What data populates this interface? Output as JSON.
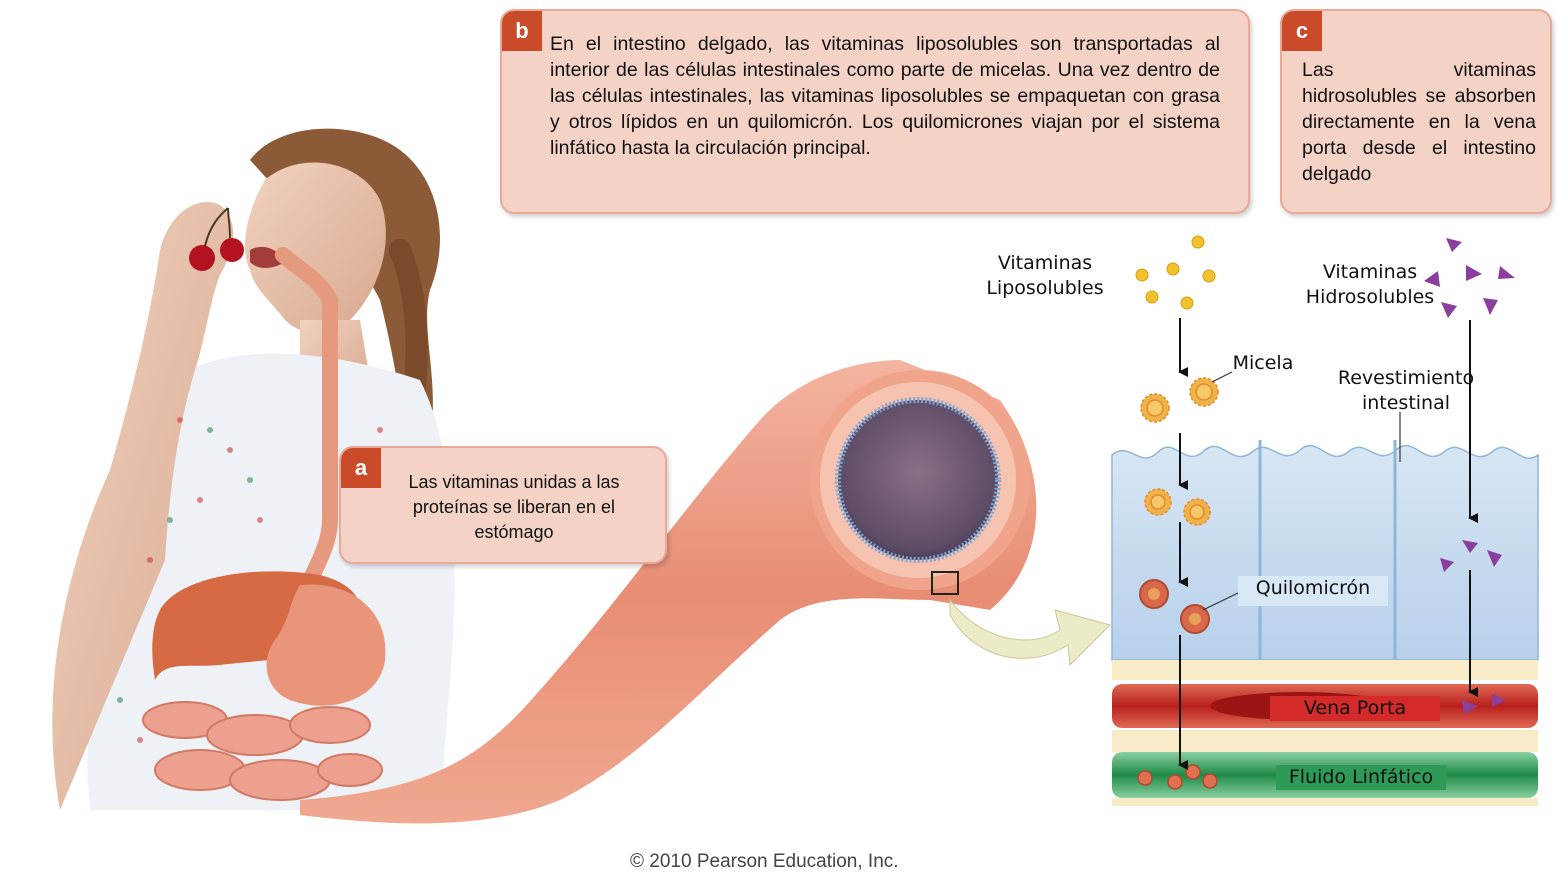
{
  "box_a": {
    "letter": "a",
    "text": "Las vitaminas unidas a las proteínas se liberan en el estómago"
  },
  "box_b": {
    "letter": "b",
    "text": "En el intestino delgado, las vitaminas liposolubles son transportadas al interior de las células intestinales como parte de micelas. Una vez dentro de las células intestinales, las vitaminas liposolubles se empaquetan con grasa y otros lípidos en un quilomicrón. Los quilomicrones viajan por el sistema linfático hasta la circulación principal."
  },
  "box_c": {
    "letter": "c",
    "text": "Las vitaminas hidrosolubles se absorben directamente en la vena porta desde el intestino delgado"
  },
  "labels": {
    "fat_soluble_1": "Vitaminas",
    "fat_soluble_2": "Liposolubles",
    "water_soluble_1": "Vitaminas",
    "water_soluble_2": "Hidrosolubles",
    "micelle": "Micela",
    "lining_1": "Revestimiento",
    "lining_2": "intestinal",
    "chylomicron": "Quilomicrón",
    "portal_vein": "Vena Porta",
    "lymph": "Fluido Linfático"
  },
  "copyright": "© 2010 Pearson Education, Inc.",
  "colors": {
    "box_fill": "#f5d2c6",
    "tag": "#c94b2a",
    "vein": "#c9302c",
    "lymph": "#2f9a57",
    "vitamin_water": "#8a3f9c",
    "vitamin_fat": "#f2c12e"
  }
}
